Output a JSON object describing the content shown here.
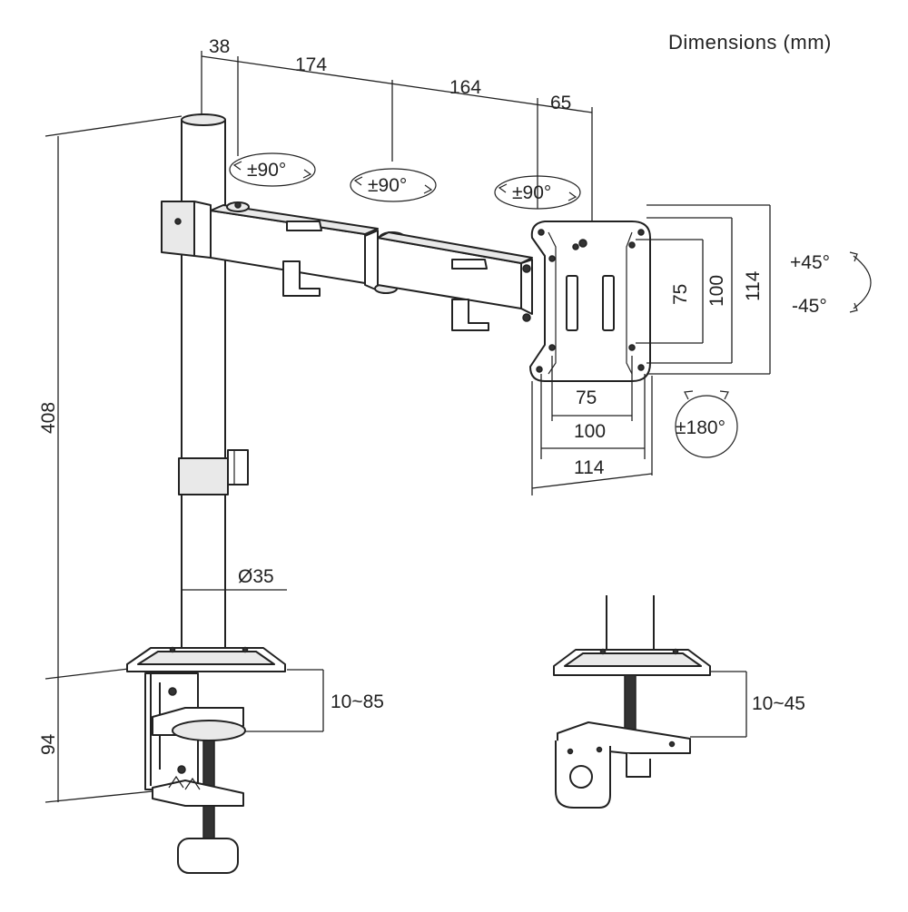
{
  "title": "Dimensions (mm)",
  "top_dims": {
    "pole_offset": "38",
    "arm_1": "174",
    "arm_2": "164",
    "head": "65"
  },
  "rotations": {
    "joint_1": "±90°",
    "joint_2": "±90°",
    "joint_3": "±90°",
    "tilt_up": "+45°",
    "tilt_down": "-45°",
    "swivel": "±180°"
  },
  "vesa": {
    "vertical": [
      "75",
      "100",
      "114"
    ],
    "horizontal": [
      "75",
      "100",
      "114"
    ]
  },
  "pole": {
    "height": "408",
    "diameter": "Ø35"
  },
  "clamp": {
    "height": "94",
    "range": "10~85"
  },
  "grommet": {
    "range": "10~45"
  }
}
